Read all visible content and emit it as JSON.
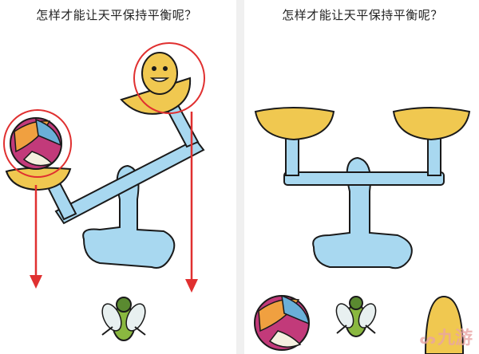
{
  "panels": [
    {
      "title": "怎样才能让天平保持平衡呢？"
    },
    {
      "title": "怎样才能让天平保持平衡呢？"
    }
  ],
  "watermark": {
    "text": "九游",
    "icon": "s-swirl-icon"
  },
  "colors": {
    "scale_body": "#a8d8f0",
    "scale_outline": "#1a1a1a",
    "pan_fill": "#f0c850",
    "highlight_circle": "#e03030",
    "arrow": "#e03030",
    "ball_pink": "#c23a7a",
    "ball_orange": "#f0a040",
    "ball_blue": "#6ab0d8"
  }
}
